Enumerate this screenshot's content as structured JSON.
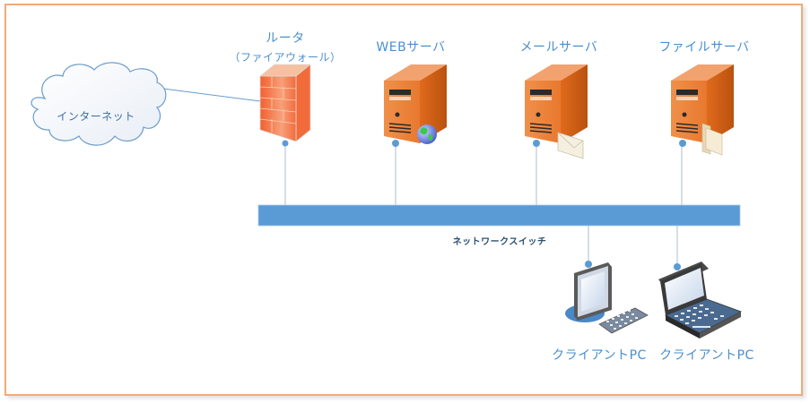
{
  "diagram": {
    "cloud": {
      "label": "インターネット"
    },
    "router": {
      "label": "ルータ",
      "sublabel": "（ファイアウォール）"
    },
    "servers": [
      {
        "label": "WEBサーバ",
        "badge": "globe"
      },
      {
        "label": "メールサーバ",
        "badge": "envelope"
      },
      {
        "label": "ファイルサーバ",
        "badge": "folder"
      }
    ],
    "switch": {
      "label": "ネットワークスイッチ"
    },
    "clients": [
      {
        "label": "クライアントPC",
        "type": "desktop"
      },
      {
        "label": "クライアントPC",
        "type": "laptop"
      }
    ],
    "colors": {
      "frame": "#f4a97a",
      "switch_bar": "#5b9bd5",
      "label_text": "#4a8fce",
      "server_orange": "#e8782f",
      "firewall_red": "#f26b3a",
      "connector": "#c8d3dc"
    }
  }
}
